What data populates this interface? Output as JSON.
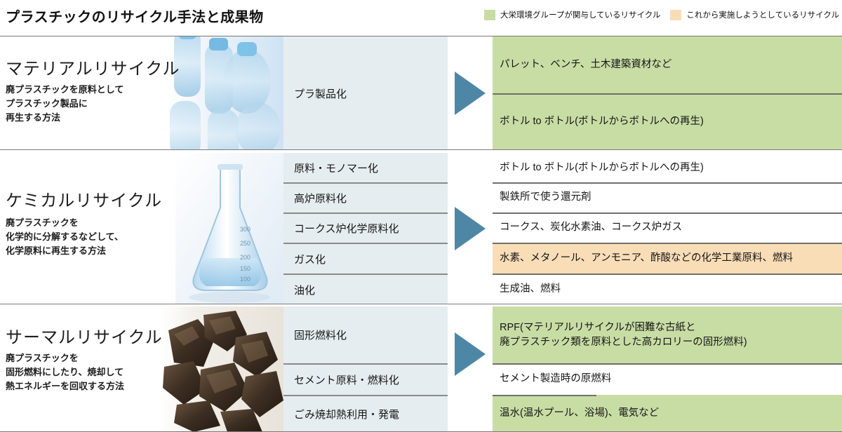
{
  "header": {
    "title": "プラスチックのリサイクル手法と成果物",
    "legend": [
      {
        "label": "大栄環境グループが関与しているリサイクル",
        "color": "#c8dda4",
        "key": "green"
      },
      {
        "label": "これから実施しようとしているリサイクル",
        "color": "#f9ddb7",
        "key": "orange"
      }
    ]
  },
  "rows": [
    {
      "id": "material",
      "name": "マテリアルリサイクル",
      "description": "廃プラスチックを原料として\nプラスチック製品に\n再生する方法",
      "photo": "plastic-bottles-photo",
      "arrow_icon": "right-triangle-arrow-icon",
      "processes": [
        {
          "label": "プラ製品化"
        }
      ],
      "outcomes": [
        {
          "label": "パレット、ベンチ、土木建築資材など",
          "highlight": "green"
        },
        {
          "label": "ボトル to ボトル(ボトルからボトルへの再生)",
          "highlight": "green"
        }
      ]
    },
    {
      "id": "chemical",
      "name": "ケミカルリサイクル",
      "description": "廃プラスチックを\n化学的に分解するなどして、\n化学原料に再生する方法",
      "photo": "erlenmeyer-flask-photo",
      "arrow_icon": "right-triangle-arrow-icon",
      "processes": [
        {
          "label": "原料・モノマー化"
        },
        {
          "label": "高炉原料化"
        },
        {
          "label": "コークス炉化学原料化"
        },
        {
          "label": "ガス化"
        },
        {
          "label": "油化"
        }
      ],
      "outcomes": [
        {
          "label": "ボトル to ボトル(ボトルからボトルへの再生)",
          "highlight": "none"
        },
        {
          "label": "製鉄所で使う還元剤",
          "highlight": "none"
        },
        {
          "label": "コークス、炭化水素油、コークス炉ガス",
          "highlight": "none"
        },
        {
          "label": "水素、メタノール、アンモニア、酢酸などの化学工業原料、燃料",
          "highlight": "orange"
        },
        {
          "label": "生成油、燃料",
          "highlight": "none"
        }
      ]
    },
    {
      "id": "thermal",
      "name": "サーマルリサイクル",
      "description": "廃プラスチックを\n固形燃料にしたり、焼却して\n熱エネルギーを回収する方法",
      "photo": "rpf-solid-fuel-photo",
      "arrow_icon": "right-triangle-arrow-icon",
      "processes": [
        {
          "label": "固形燃料化"
        },
        {
          "label": "セメント原料・燃料化"
        },
        {
          "label": "ごみ焼却熱利用・発電"
        }
      ],
      "outcomes": [
        {
          "label": "RPF(マテリアルリサイクルが困難な古紙と\n廃プラスチック類を原料とした高カロリーの固形燃料)",
          "highlight": "green"
        },
        {
          "label": "セメント製造時の原燃料",
          "highlight": "none"
        },
        {
          "label": "温水(温水プール、浴場)、電気など",
          "highlight": "green"
        }
      ]
    }
  ]
}
